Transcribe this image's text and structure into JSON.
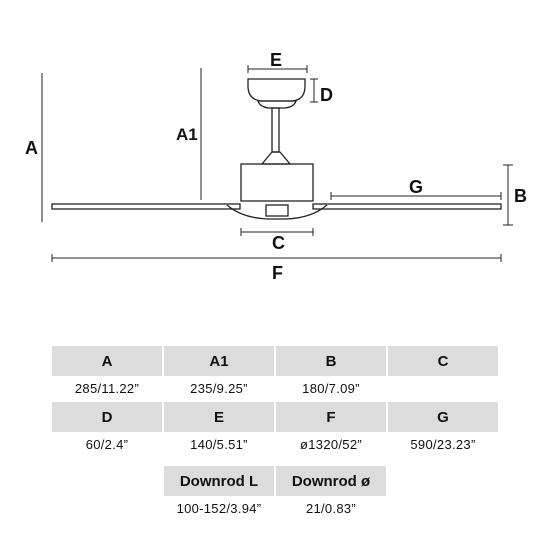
{
  "drawing": {
    "labels": {
      "A": "A",
      "A1": "A1",
      "B": "B",
      "C": "C",
      "D": "D",
      "E": "E",
      "F": "F",
      "G": "G"
    }
  },
  "table": {
    "row1": {
      "headers": [
        "A",
        "A1",
        "B",
        "C"
      ],
      "values": [
        "285/11.22”",
        "235/9.25”",
        "180/7.09”",
        ""
      ]
    },
    "row2": {
      "headers": [
        "D",
        "E",
        "F",
        "G"
      ],
      "values": [
        "60/2.4”",
        "140/5.51”",
        "ø1320/52”",
        "590/23.23”"
      ]
    },
    "row3": {
      "headers": [
        "Downrod L",
        "Downrod ø"
      ],
      "values": [
        "100-152/3.94”",
        "21/0.83”"
      ]
    }
  }
}
